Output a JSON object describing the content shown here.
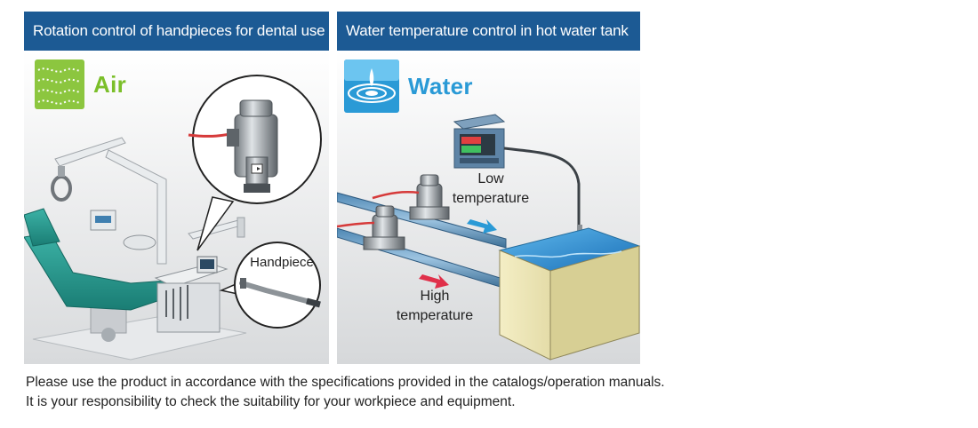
{
  "panels": {
    "left": {
      "title": "Rotation control of handpieces for dental use",
      "badge_icon": "air-icon",
      "badge_label": "Air",
      "callout_label": "Handpiece"
    },
    "right": {
      "title": "Water temperature control in hot water tank",
      "badge_icon": "water-drop-icon",
      "badge_label": "Water",
      "low_label_line1": "Low",
      "low_label_line2": "temperature",
      "high_label_line1": "High",
      "high_label_line2": "temperature"
    }
  },
  "footer": {
    "line1": "Please use the product in accordance with the specifications provided in the catalogs/operation manuals.",
    "line2": "It is your responsibility to check the suitability for your workpiece and equipment."
  },
  "colors": {
    "header_bg": "#1c5a94",
    "air_green": "#7bbf2a",
    "water_blue": "#2a9ad6",
    "arrow_blue": "#2a9ad6",
    "arrow_red": "#e0304a"
  }
}
